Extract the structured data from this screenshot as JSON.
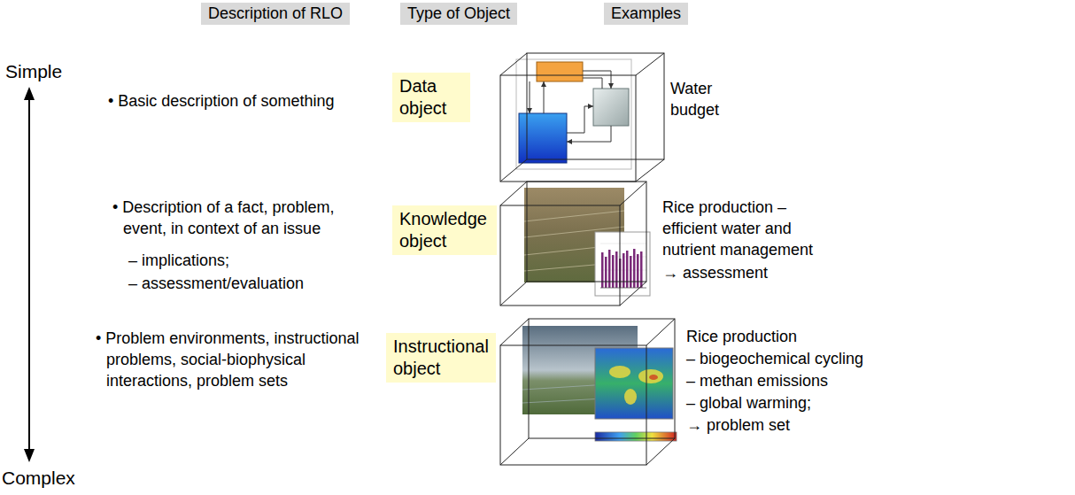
{
  "diagram": {
    "nodes": [
      {
        "text": [
          "Description of RLO"
        ]
      },
      {
        "text": [
          "Type of Object"
        ]
      },
      {
        "text": [
          "Examples"
        ]
      },
      {
        "text": [
          "Data object"
        ]
      },
      {
        "text": [
          "Knowledge object"
        ]
      },
      {
        "text": [
          "Instructional object"
        ]
      }
    ],
    "labels": [
      "Simple",
      "Complex",
      "• Basic description of something",
      "• Description of a fact, problem, event, in context of an issue",
      "– implications;",
      "– assessment/evaluation",
      "• Problem environments, instructional problems, social-biophysical interactions, problem sets",
      "Water budget",
      "Rice production – efficient water and nutrient management",
      "→ assessment",
      "Rice production",
      "– biogeochemical cycling",
      "– methan emissions",
      "– global warming;",
      "→ problem set"
    ]
  }
}
